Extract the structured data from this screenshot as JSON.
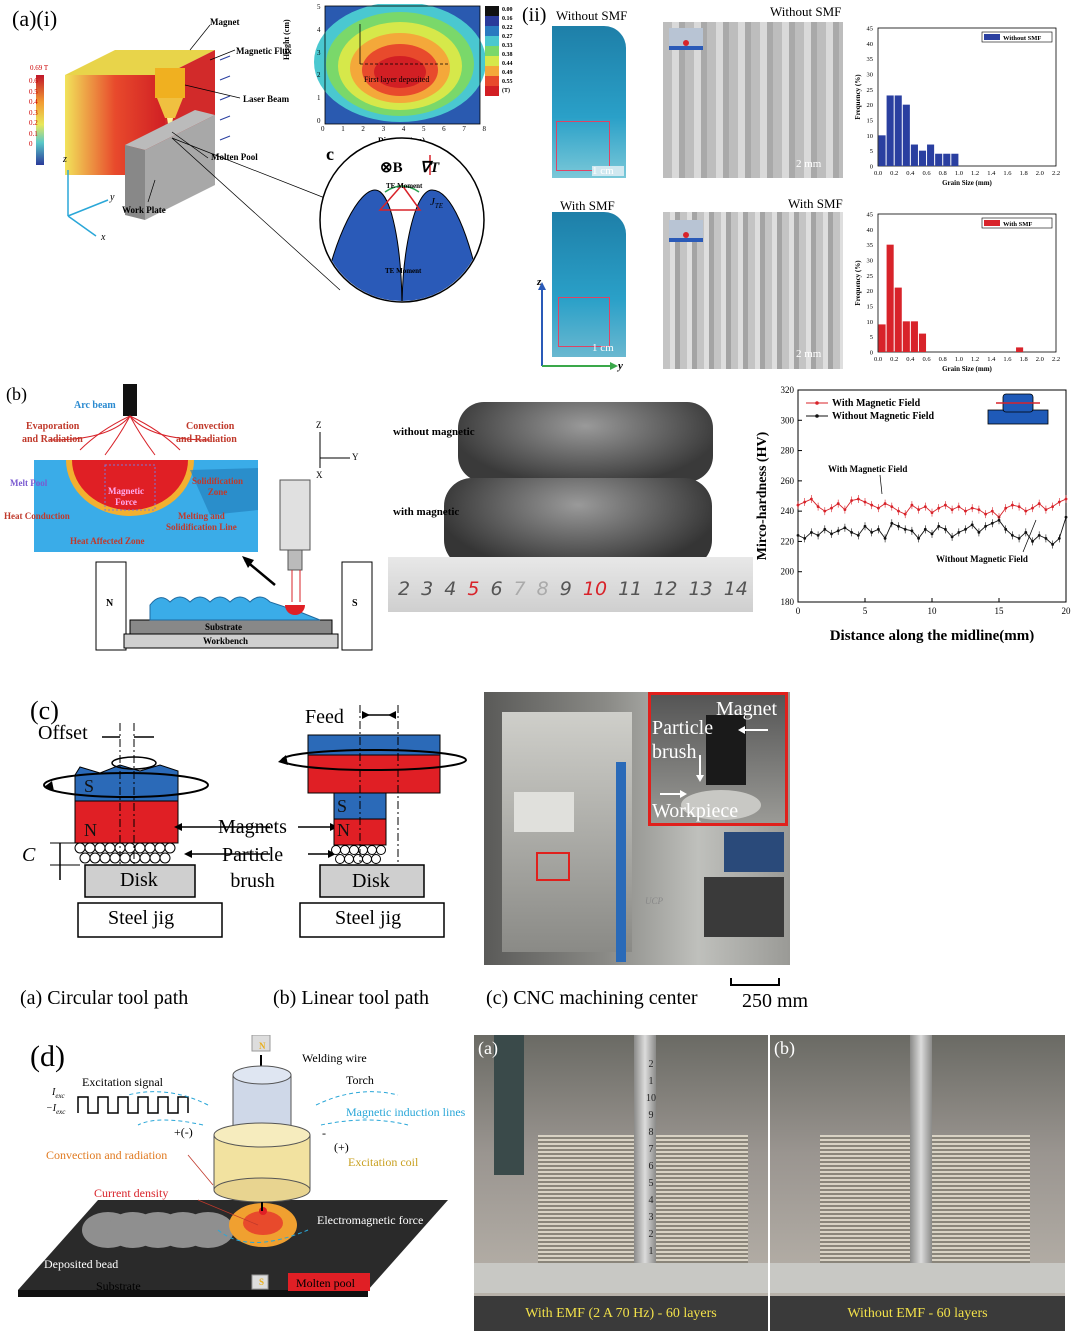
{
  "panel_a": {
    "tag": "(a)(i)",
    "tag_ii": "(ii)",
    "labels": {
      "magnet": "Magnet",
      "magnetic_flux": "Magnetic Flux",
      "laser_beam": "Laser Beam",
      "molten_pool": "Molten Pool",
      "work_plate": "Work Plate",
      "colorbar_max": "0.69 T",
      "colorbar_ticks": [
        "0.6",
        "0.5",
        "0.4",
        "0.3",
        "0.2",
        "0.1",
        "0"
      ],
      "axis_z": "z",
      "axis_y": "y",
      "axis_x": "x"
    },
    "contour": {
      "ylabel": "Height (cm)",
      "xlabel": "Distance (cm)",
      "inner_label": "First layer deposited",
      "x_ticks": [
        "0",
        "1",
        "2",
        "3",
        "4",
        "5",
        "6",
        "7",
        "8"
      ],
      "y_ticks": [
        "0",
        "1",
        "2",
        "3",
        "4",
        "5"
      ],
      "legend_values": [
        "0.00",
        "0.16",
        "0.22",
        "0.27",
        "0.33",
        "0.38",
        "0.44",
        "0.49",
        "0.55",
        "(T)"
      ]
    },
    "inset_c": {
      "tag": "c",
      "b_label": "B",
      "grad_label": "∇T",
      "te_moment_top": "TE Moment",
      "te_moment_bottom": "TE Moment",
      "j_label": "J",
      "j_sub": "TE"
    },
    "without_smf_title": "Without SMF",
    "without_smf_title2": "Without SMF",
    "with_smf_title": "With SMF",
    "with_smf_title2": "With SMF",
    "scale_1cm": "1 cm",
    "scale_2mm": "2 mm",
    "scale_1cm_b": "1 cm",
    "scale_2mm_b": "2 mm",
    "axis_z2": "z",
    "axis_y2": "y"
  },
  "hist_without": {
    "legend": "Without SMF",
    "ylabel": "Frequency (%)",
    "xlabel": "Grain Size (mm)",
    "y_ticks": [
      "0",
      "5",
      "10",
      "15",
      "20",
      "25",
      "30",
      "35",
      "40",
      "45"
    ],
    "x_ticks": [
      "0.0",
      "0.2",
      "0.4",
      "0.6",
      "0.8",
      "1.0",
      "1.2",
      "1.4",
      "1.6",
      "1.8",
      "2.0",
      "2.2"
    ]
  },
  "hist_with": {
    "legend": "With SMF",
    "ylabel": "Frequency (%)",
    "xlabel": "Grain Size (mm)",
    "y_ticks": [
      "0",
      "5",
      "10",
      "15",
      "20",
      "25",
      "30",
      "35",
      "40",
      "45"
    ],
    "x_ticks": [
      "0.0",
      "0.2",
      "0.4",
      "0.6",
      "0.8",
      "1.0",
      "1.2",
      "1.4",
      "1.6",
      "1.8",
      "2.0",
      "2.2"
    ]
  },
  "chart_data": [
    {
      "type": "bar",
      "legend": "Without SMF",
      "categories": [
        "0.0",
        "0.1",
        "0.2",
        "0.3",
        "0.4",
        "0.5",
        "0.6",
        "0.7",
        "0.8",
        "0.9",
        "1.0",
        "1.1"
      ],
      "x": [
        0.05,
        0.15,
        0.25,
        0.35,
        0.45,
        0.55,
        0.65,
        0.75,
        0.85,
        0.95,
        1.05,
        1.15
      ],
      "values": [
        10,
        23,
        23,
        20,
        7,
        5,
        7,
        4,
        4,
        4
      ],
      "xlabel": "Grain Size (mm)",
      "ylabel": "Frequency (%)",
      "ylim": [
        0,
        45
      ],
      "xlim": [
        0,
        2.2
      ],
      "color": "#2a3fa0"
    },
    {
      "type": "bar",
      "legend": "With SMF",
      "x": [
        0.05,
        0.15,
        0.25,
        0.35,
        0.45,
        0.55,
        0.65,
        1.75
      ],
      "values": [
        9,
        35,
        21,
        10,
        10,
        6,
        0,
        1.5
      ],
      "xlabel": "Grain Size (mm)",
      "ylabel": "Frequency (%)",
      "ylim": [
        0,
        45
      ],
      "xlim": [
        0,
        2.2
      ],
      "color": "#d8232a"
    },
    {
      "type": "line",
      "xlabel": "Distance along the midline(mm)",
      "ylabel": "Mirco-hardness (HV)",
      "ylim": [
        180,
        320
      ],
      "xlim": [
        0,
        20
      ],
      "x_ticks": [
        "0",
        "5",
        "10",
        "15",
        "20"
      ],
      "y_ticks": [
        "180",
        "200",
        "220",
        "240",
        "260",
        "280",
        "300",
        "320"
      ],
      "legend": [
        "With Magnetic Field",
        "Without Magnetic Field"
      ],
      "annotations": [
        "With Magnetic Field",
        "Without Magnetic Field"
      ],
      "series": [
        {
          "name": "With Magnetic Field",
          "color": "#d8232a",
          "x": [
            0,
            0.5,
            1,
            1.5,
            2,
            2.5,
            3,
            3.5,
            4,
            4.5,
            5,
            5.5,
            6,
            6.5,
            7,
            7.5,
            8,
            8.5,
            9,
            9.5,
            10,
            10.5,
            11,
            11.5,
            12,
            12.5,
            13,
            13.5,
            14,
            14.5,
            15,
            15.5,
            16,
            16.5,
            17,
            17.5,
            18,
            18.5,
            19,
            19.5,
            20
          ],
          "values": [
            244,
            246,
            248,
            243,
            240,
            242,
            245,
            241,
            247,
            248,
            246,
            244,
            242,
            245,
            243,
            240,
            238,
            244,
            241,
            243,
            239,
            242,
            244,
            241,
            243,
            240,
            242,
            241,
            238,
            240,
            236,
            242,
            244,
            243,
            240,
            242,
            245,
            241,
            243,
            246,
            248
          ]
        },
        {
          "name": "Without Magnetic Field",
          "color": "#111111",
          "x": [
            0,
            0.5,
            1,
            1.5,
            2,
            2.5,
            3,
            3.5,
            4,
            4.5,
            5,
            5.5,
            6,
            6.5,
            7,
            7.5,
            8,
            8.5,
            9,
            9.5,
            10,
            10.5,
            11,
            11.5,
            12,
            12.5,
            13,
            13.5,
            14,
            14.5,
            15,
            15.5,
            16,
            16.5,
            17,
            17.5,
            18,
            18.5,
            19,
            19.5,
            20
          ],
          "values": [
            224,
            222,
            226,
            224,
            228,
            225,
            227,
            229,
            226,
            224,
            230,
            226,
            228,
            222,
            232,
            230,
            228,
            227,
            222,
            228,
            225,
            230,
            228,
            223,
            226,
            228,
            231,
            226,
            230,
            232,
            234,
            228,
            224,
            222,
            226,
            220,
            224,
            222,
            218,
            222,
            236
          ]
        }
      ]
    }
  ],
  "panel_b": {
    "tag": "(b)",
    "arc_beam": "Arc beam",
    "evaporation": "Evaporation",
    "and_radiation": "and Radiation",
    "convection": "Convection",
    "and_radiation2": "and Radiation",
    "melt_pool": "Melt Pool",
    "magnetic": "Magnetic",
    "force": "Force",
    "solidification": "Solidification",
    "zone": "Zone",
    "heat_conduction": "Heat Conduction",
    "melting_and": "Melting and",
    "solidification_line": "Solidification Line",
    "haz": "Heat Affected Zone",
    "axis_z": "Z",
    "axis_y": "Y",
    "axis_x": "X",
    "n": "N",
    "s": "S",
    "substrate": "Substrate",
    "workbench": "Workbench",
    "without_magnetic": "without magnetic",
    "with_magnetic": "with magnetic",
    "ruler": [
      "2",
      "3",
      "4",
      "5",
      "6",
      "7",
      "8",
      "9",
      "10",
      "11",
      "12",
      "13",
      "14"
    ]
  },
  "panel_c": {
    "tag": "(c)",
    "offset": "Offset",
    "feed": "Feed",
    "s1": "S",
    "n1": "N",
    "s2": "S",
    "n2": "N",
    "c": "C",
    "magnets": "Magnets",
    "particle": "Particle",
    "brush": "brush",
    "disk1": "Disk",
    "disk2": "Disk",
    "steel_jig1": "Steel jig",
    "steel_jig2": "Steel jig",
    "cap_a": "(a) Circular tool path",
    "cap_b": "(b) Linear tool path",
    "cap_c": "(c) CNC machining center",
    "scale": "250 mm",
    "inset_magnet": "Magnet",
    "inset_particle": "Particle",
    "inset_brush": "brush",
    "inset_workpiece": "Workpiece",
    "machine_label": "UCP"
  },
  "panel_d": {
    "tag": "(d)",
    "excitation_signal": "Excitation signal",
    "i_exc_pos": "I",
    "i_exc_neg": "−I",
    "i_sub": "exc",
    "welding_wire": "Welding wire",
    "torch": "Torch",
    "magnetic_lines": "Magnetic induction lines",
    "plus_minus": "+(-)",
    "minus_plus": "-",
    "plus": "(+)",
    "convection": "Convection and radiation",
    "excitation_coil": "Excitation coil",
    "current_density": "Current density",
    "em_force": "Electromagnetic force",
    "deposited_bead": "Deposited bead",
    "substrate": "Substrate",
    "molten_pool": "Molten pool",
    "n": "N",
    "s": "S",
    "photo_a": "(a)",
    "photo_b": "(b)",
    "caption_a": "With EMF (2 A 70 Hz) - 60 layers",
    "caption_b": "Without EMF - 60 layers",
    "ruler_digits": [
      "1",
      "2",
      "3",
      "4",
      "5",
      "6",
      "7",
      "8",
      "9",
      "10",
      "1",
      "2"
    ]
  },
  "colors": {
    "red": "#d8232a",
    "blue": "#2b6ab8",
    "dark_blue": "#2a3fa0",
    "cyan": "#2aa7d8",
    "annotation_red": "#c0392b"
  }
}
